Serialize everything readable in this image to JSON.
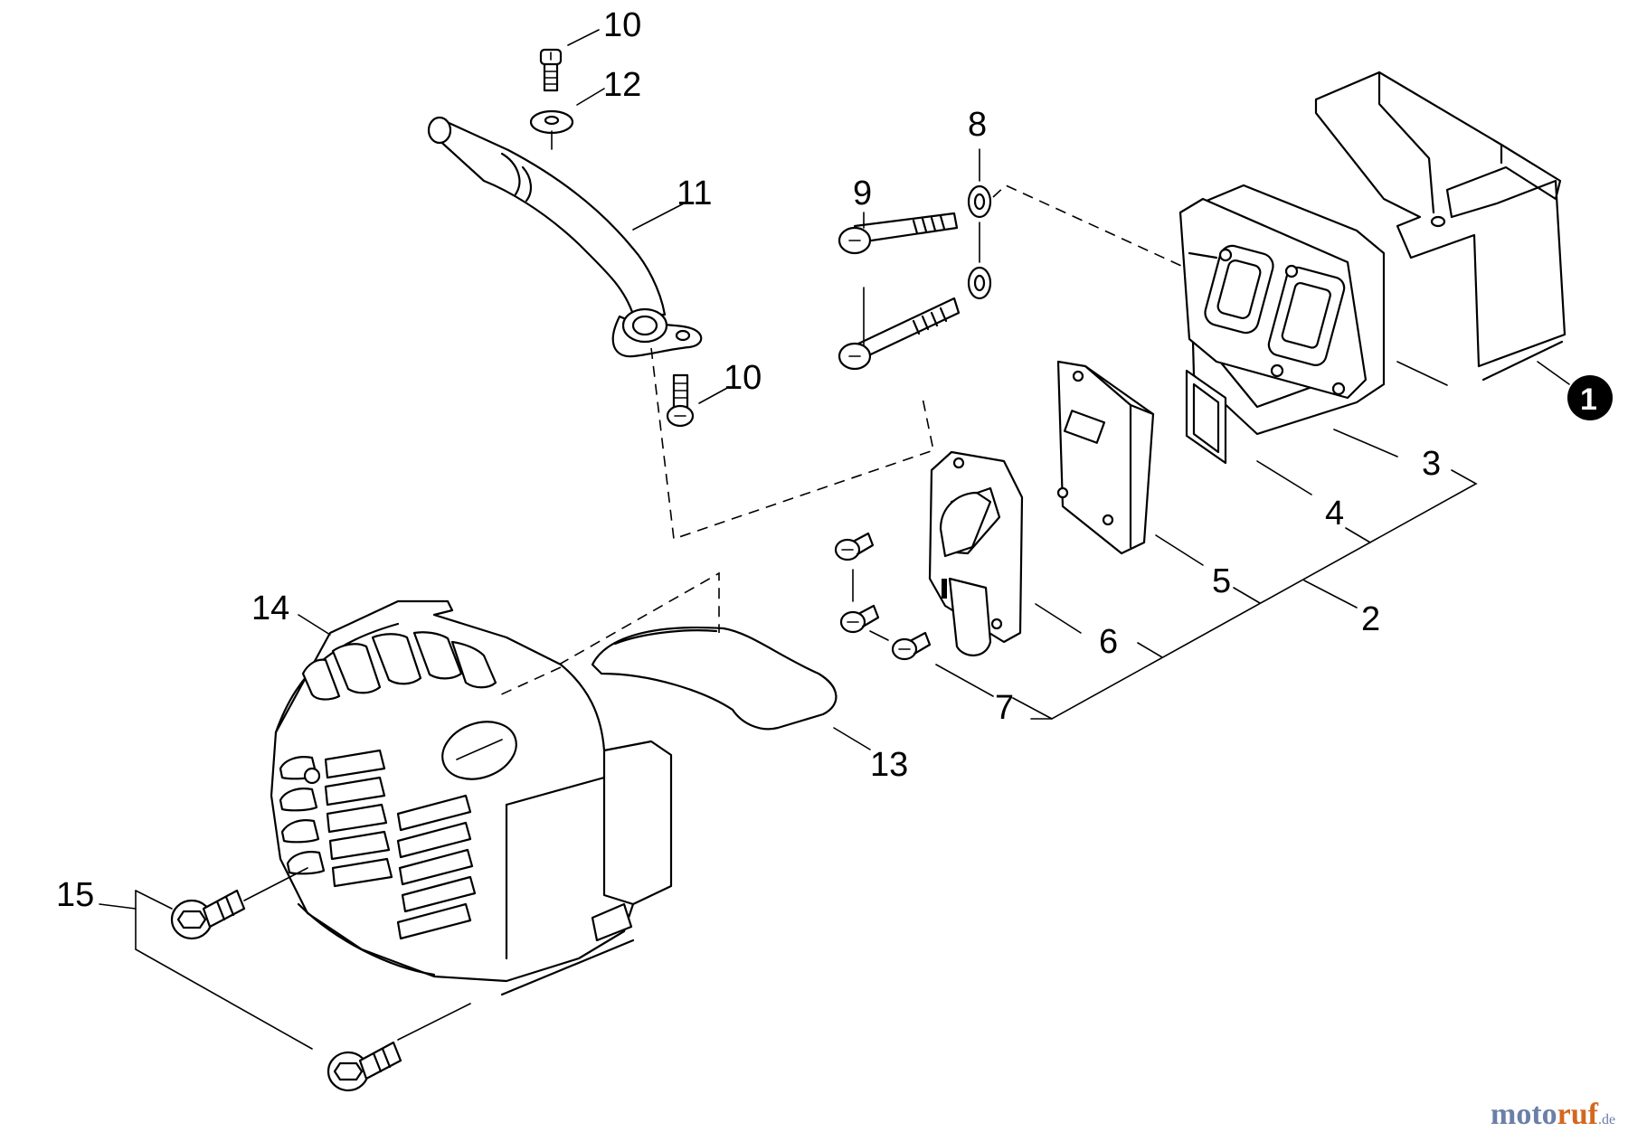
{
  "labels": {
    "p1": "1",
    "p2": "2",
    "p3": "3",
    "p4": "4",
    "p5": "5",
    "p6": "6",
    "p7": "7",
    "p8": "8",
    "p9": "9",
    "p10a": "10",
    "p10b": "10",
    "p11": "11",
    "p12": "12",
    "p13": "13",
    "p14": "14",
    "p15": "15"
  },
  "watermark": {
    "part_a": "moto",
    "part_b": "ruf",
    "suffix": ".de"
  },
  "colors": {
    "watermark_blue": "#6b7fa8",
    "watermark_orange": "#d4671f"
  }
}
